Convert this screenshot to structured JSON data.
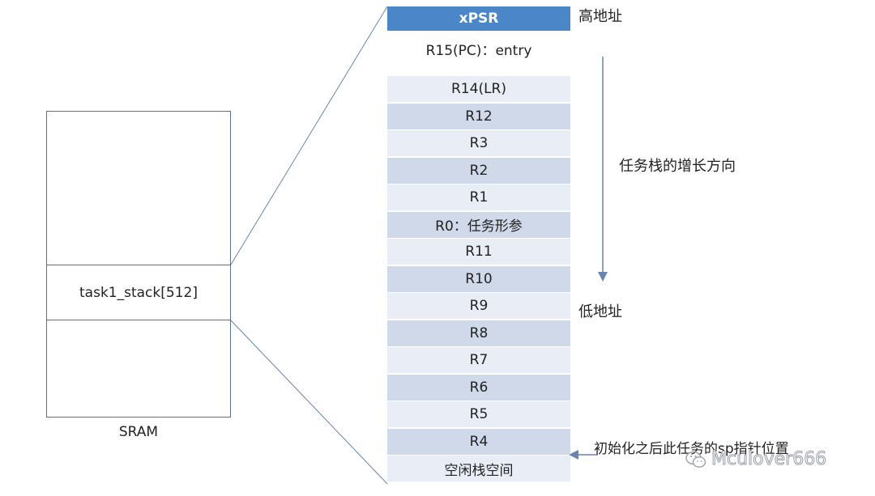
{
  "sram": {
    "task_label": "task1_stack[512]",
    "caption": "SRAM"
  },
  "stack": {
    "cells": [
      {
        "label": "xPSR",
        "style": "head"
      },
      {
        "label": "R15(PC)：entry",
        "style": "tall"
      },
      {
        "label": "R14(LR)",
        "style": "light"
      },
      {
        "label": "R12",
        "style": "dark"
      },
      {
        "label": "R3",
        "style": "light"
      },
      {
        "label": "R2",
        "style": "dark"
      },
      {
        "label": "R1",
        "style": "light"
      },
      {
        "label": "R0：任务形参",
        "style": "dark"
      },
      {
        "label": "R11",
        "style": "light"
      },
      {
        "label": "R10",
        "style": "dark"
      },
      {
        "label": "R9",
        "style": "light"
      },
      {
        "label": "R8",
        "style": "dark"
      },
      {
        "label": "R7",
        "style": "light"
      },
      {
        "label": "R6",
        "style": "dark"
      },
      {
        "label": "R5",
        "style": "light"
      },
      {
        "label": "R4",
        "style": "dark"
      },
      {
        "label": "空闲栈空间",
        "style": "light"
      }
    ]
  },
  "annotations": {
    "high_address": "高地址",
    "low_address": "低地址",
    "growth_direction": "任务栈的增长方向",
    "sp_position": "初始化之后此任务的sp指针位置"
  },
  "watermark": {
    "text": "Mculover666",
    "icon": "wechat-icon"
  },
  "colors": {
    "header": "#4a86c8",
    "cell_dark": "#d0d9ea",
    "cell_light": "#e9eef6",
    "line": "#5a6e8c"
  }
}
